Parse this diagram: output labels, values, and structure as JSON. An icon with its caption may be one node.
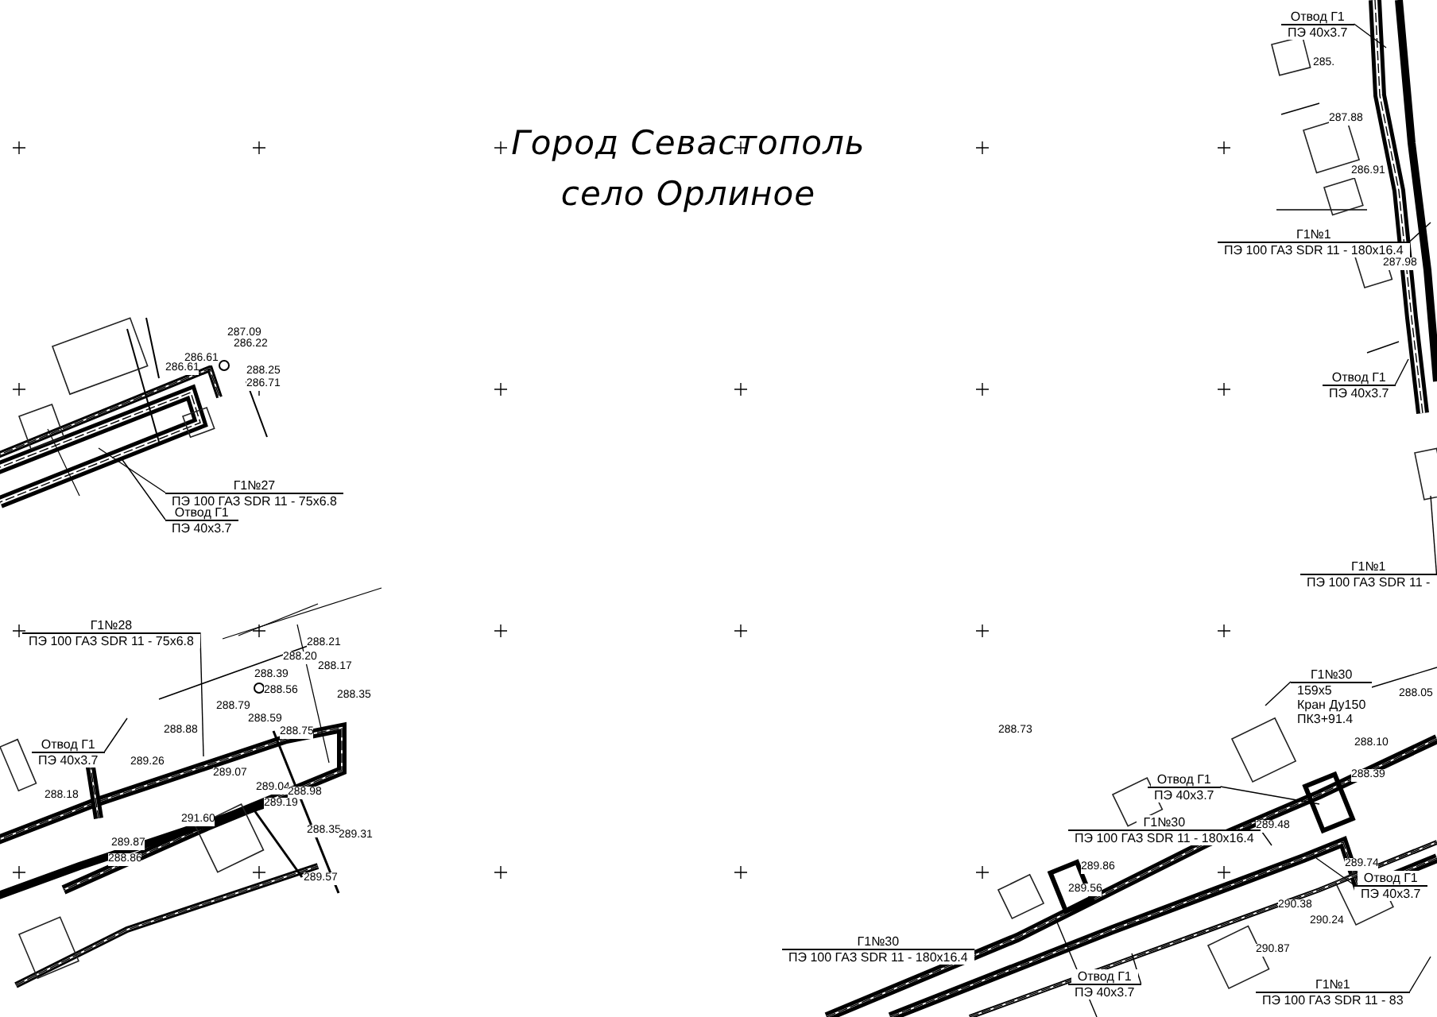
{
  "diagram": {
    "title": "Город Севастополь",
    "nodes": [
      {
        "text": [
          "Г1№27",
          "ПЭ 100 ГАЗ SDR 11 - 75х6.8"
        ]
      },
      {
        "text": [
          "Отвод Г1",
          "ПЭ 40х3.7"
        ]
      },
      {
        "text": [
          "Г1№28",
          "ПЭ 100 ГАЗ SDR 11 - 75х6.8"
        ]
      },
      {
        "text": [
          "Отвод Г1",
          "ПЭ 40х3.7"
        ]
      },
      {
        "text": [
          "Отвод Г1",
          "ПЭ 40х3.7"
        ]
      },
      {
        "text": [
          "Г1№1",
          "ПЭ 100 ГАЗ SDR 11 - 180х16.4"
        ]
      },
      {
        "text": [
          "Отвод Г1",
          "ПЭ 40х3.7"
        ]
      },
      {
        "text": [
          "Г1№1",
          "ПЭ 100 ГАЗ SDR 11 -"
        ]
      },
      {
        "text": [
          "Г1№30",
          "159х5",
          "Кран Ду150",
          "ПК3+91.4"
        ]
      },
      {
        "text": [
          "Отвод Г1",
          "ПЭ 40х3.7"
        ]
      },
      {
        "text": [
          "Г1№30",
          "ПЭ 100 ГАЗ SDR 11 - 180х16.4"
        ]
      },
      {
        "text": [
          "Отвод Г1",
          "ПЭ 40х3.7"
        ]
      },
      {
        "text": [
          "Г1№1",
          "ПЭ 100 ГАЗ SDR 11 - 83"
        ]
      },
      {
        "text": [
          "Г1№30",
          "ПЭ 100 ГАЗ SDR 11 - 180х16.4"
        ]
      },
      {
        "text": [
          "Отвод Г1",
          "ПЭ 40х3.7"
        ]
      }
    ],
    "edges": [
      {
        "from": 0,
        "to": null,
        "arrow": "none"
      },
      {
        "from": 1,
        "to": null,
        "arrow": "none"
      },
      {
        "from": 2,
        "to": null,
        "arrow": "none"
      },
      {
        "from": 3,
        "to": null,
        "arrow": "none"
      },
      {
        "from": 4,
        "to": null,
        "arrow": "none"
      },
      {
        "from": 5,
        "to": null,
        "arrow": "none"
      },
      {
        "from": 6,
        "to": null,
        "arrow": "none"
      },
      {
        "from": 7,
        "to": null,
        "arrow": "none"
      },
      {
        "from": 8,
        "to": null,
        "arrow": "none"
      },
      {
        "from": 9,
        "to": null,
        "arrow": "none"
      },
      {
        "from": 10,
        "to": null,
        "arrow": "none"
      },
      {
        "from": 11,
        "to": null,
        "arrow": "none"
      },
      {
        "from": 12,
        "to": null,
        "arrow": "none"
      },
      {
        "from": 13,
        "to": null,
        "arrow": "none"
      },
      {
        "from": 14,
        "to": null,
        "arrow": "none"
      }
    ],
    "labels": [
      "село Орлиное",
      "287.09",
      "286.22",
      "286.61",
      "286.61",
      "288.25",
      "286.71",
      "288.21",
      "288.20",
      "288.17",
      "288.39",
      "288.56",
      "288.79",
      "288.35",
      "288.59",
      "288.75",
      "288.88",
      "289.26",
      "289.07",
      "289.04",
      "288.98",
      "289.19",
      "288.35",
      "289.31",
      "289.57",
      "288.18",
      "291.60",
      "289.87",
      "288.86",
      "288.73",
      "288.05",
      "288.10",
      "288.39",
      "289.48",
      "289.86",
      "289.56",
      "290.38",
      "290.24",
      "290.87",
      "289.74",
      "285.",
      "287.88",
      "286.91",
      "287.98"
    ]
  }
}
